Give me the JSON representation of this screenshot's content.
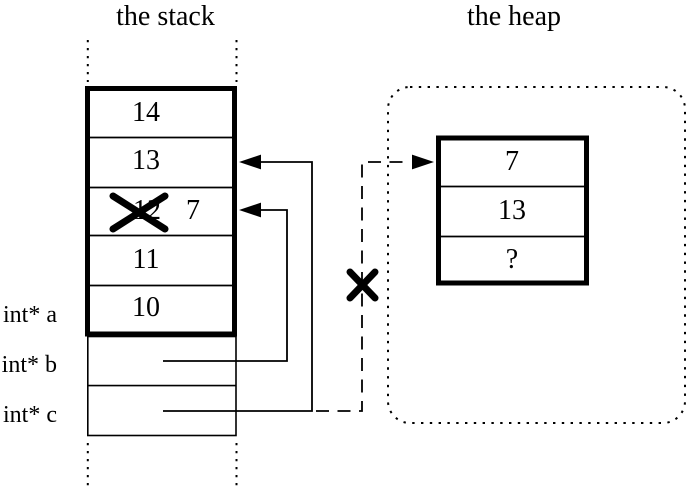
{
  "diagram": {
    "stack": {
      "title": "the stack",
      "cells": [
        {
          "value": "14"
        },
        {
          "value": "13"
        },
        {
          "old_value": "12",
          "new_value": "7",
          "old_value_crossed_out": true
        },
        {
          "value": "11"
        },
        {
          "value": "10"
        }
      ],
      "pointer_labels": [
        {
          "label": "int* a"
        },
        {
          "label": "int* b"
        },
        {
          "label": "int* c"
        }
      ]
    },
    "heap": {
      "title": "the heap",
      "block_cells": [
        {
          "value": "7"
        },
        {
          "value": "13"
        },
        {
          "value": "?"
        }
      ]
    },
    "pointers": [
      {
        "from": "int* b",
        "to": "stack cell 12/7",
        "style": "solid",
        "crossed_out": false
      },
      {
        "from": "int* c",
        "to": "stack cell 13",
        "style": "solid",
        "crossed_out": false
      },
      {
        "from": "int* c",
        "to": "heap cell 7",
        "style": "dashed",
        "crossed_out": true
      }
    ],
    "colors": {
      "ink": "#000000",
      "background": "#ffffff"
    }
  }
}
